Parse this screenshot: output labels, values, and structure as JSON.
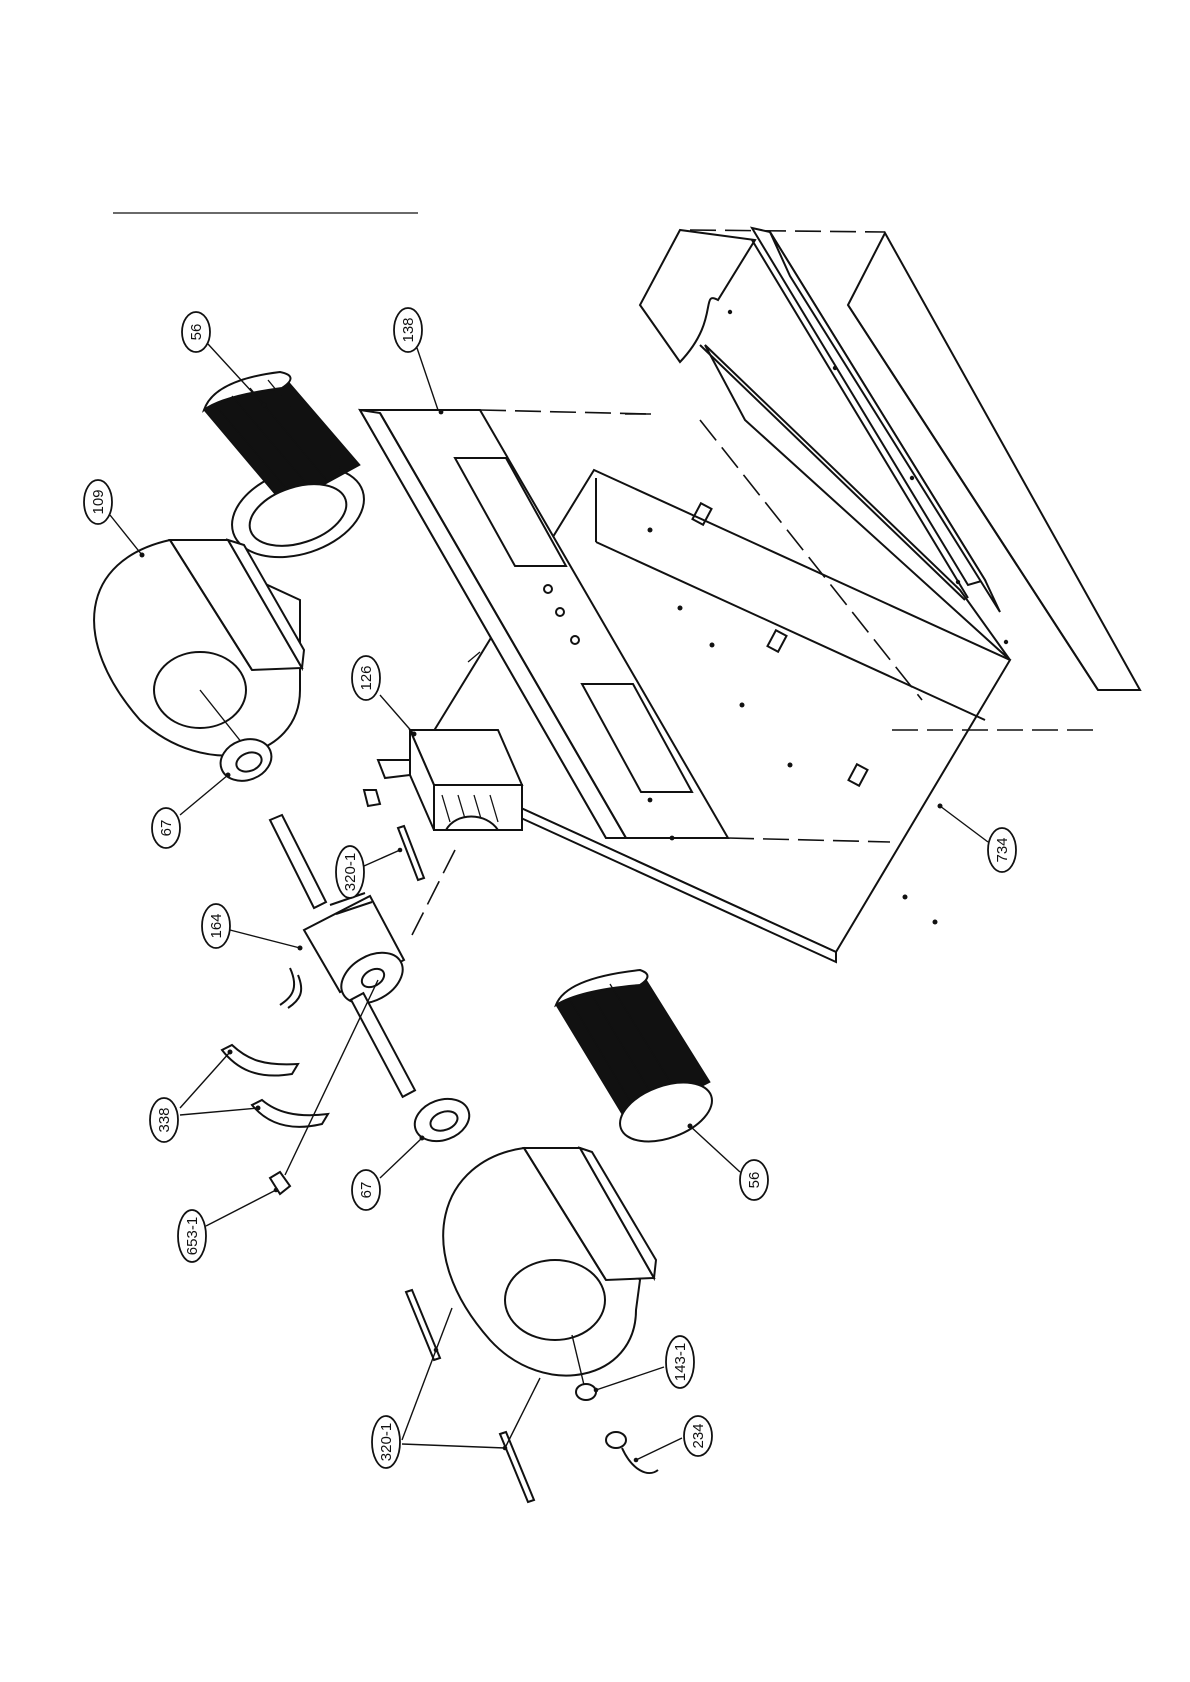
{
  "callouts": [
    {
      "id": "c-56-top",
      "label": "56"
    },
    {
      "id": "c-109",
      "label": "109"
    },
    {
      "id": "c-138",
      "label": "138"
    },
    {
      "id": "c-126",
      "label": "126"
    },
    {
      "id": "c-67-top",
      "label": "67"
    },
    {
      "id": "c-320-1-top",
      "label": "320-1"
    },
    {
      "id": "c-164",
      "label": "164"
    },
    {
      "id": "c-734",
      "label": "734"
    },
    {
      "id": "c-338",
      "label": "338"
    },
    {
      "id": "c-653-1",
      "label": "653-1"
    },
    {
      "id": "c-67-bottom",
      "label": "67"
    },
    {
      "id": "c-56-bottom",
      "label": "56"
    },
    {
      "id": "c-143-1",
      "label": "143-1"
    },
    {
      "id": "c-320-1-bottom",
      "label": "320-1"
    },
    {
      "id": "c-234",
      "label": "234"
    }
  ]
}
